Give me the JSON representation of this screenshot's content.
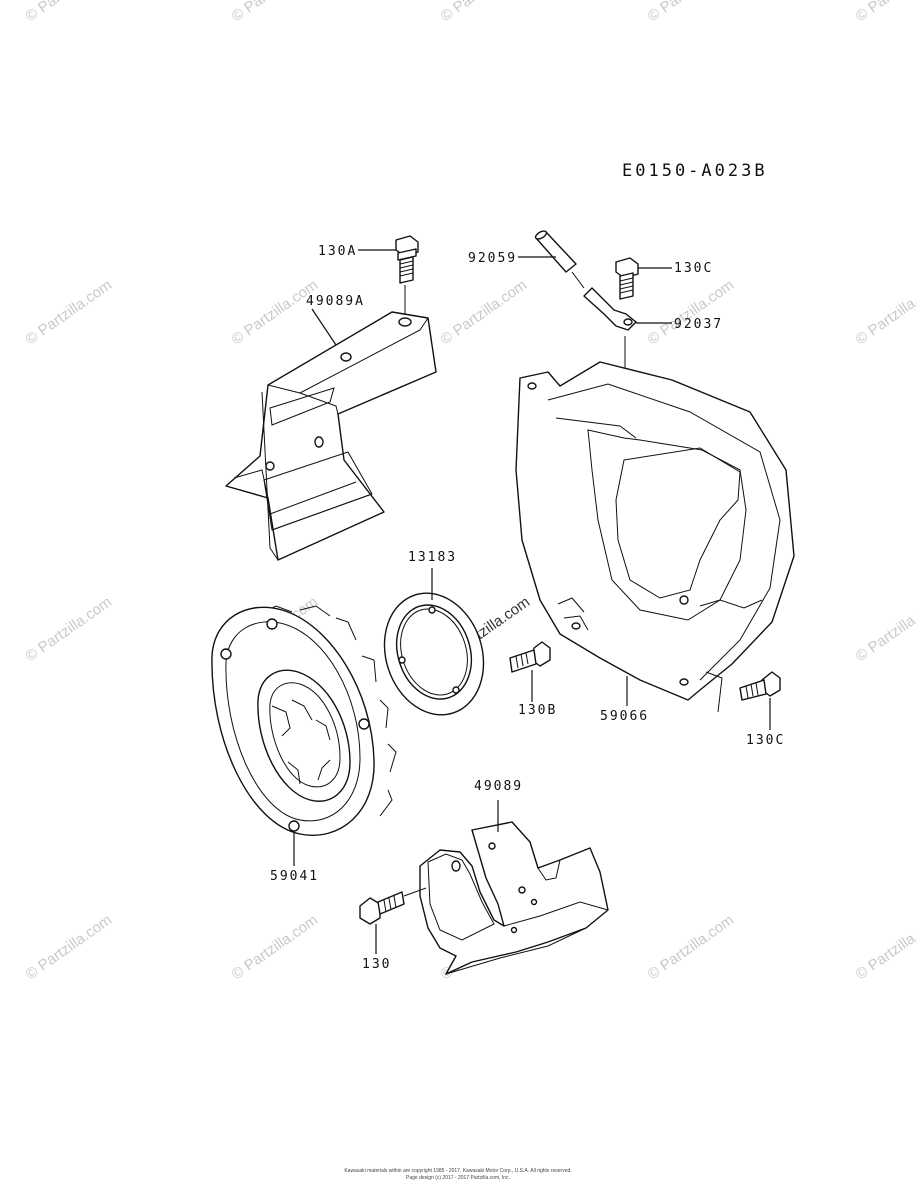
{
  "diagram": {
    "code": "E0150-A023B",
    "watermark": "© Partzilla.com",
    "copyright_line1": "Kawasaki materials within are copyright 1985 - 2017, Kawasaki Motor Corp., U.S.A. All rights reserved.",
    "copyright_line2": "Page design (c) 2017 - 2017 Partzilla.com, Inc.",
    "parts": [
      {
        "label": "130A"
      },
      {
        "label": "49089A"
      },
      {
        "label": "92059"
      },
      {
        "label": "130C"
      },
      {
        "label": "92037"
      },
      {
        "label": "13183"
      },
      {
        "label": "130B"
      },
      {
        "label": "59066"
      },
      {
        "label": "130C"
      },
      {
        "label": "59041"
      },
      {
        "label": "49089"
      },
      {
        "label": "130"
      }
    ]
  }
}
